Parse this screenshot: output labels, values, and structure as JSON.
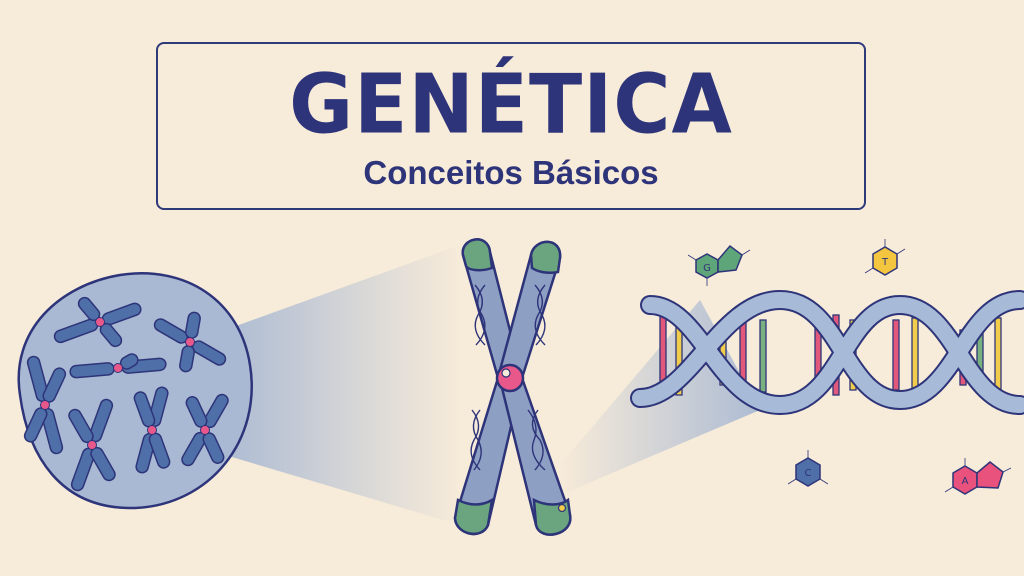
{
  "title": "GENÉTICA",
  "subtitle": "Conceitos Básicos",
  "bases": [
    {
      "letter": "G"
    },
    {
      "letter": "T"
    },
    {
      "letter": "C"
    },
    {
      "letter": "A"
    }
  ],
  "colors": {
    "background": "#f7ebd9",
    "navy": "#2e3479",
    "cell": "#a9b9d3",
    "chromosome": "#8e9fc4",
    "centromere": "#e9588a",
    "telomere": "#6aa57f",
    "dna_strand": "#a7bad8",
    "rung_red": "#e1587a",
    "rung_yellow": "#f2cd4c",
    "rung_green": "#79b07f",
    "base_g": "#5fa57a",
    "base_t": "#f4c63f",
    "base_c": "#4f6fa8",
    "base_a": "#e8527c"
  }
}
